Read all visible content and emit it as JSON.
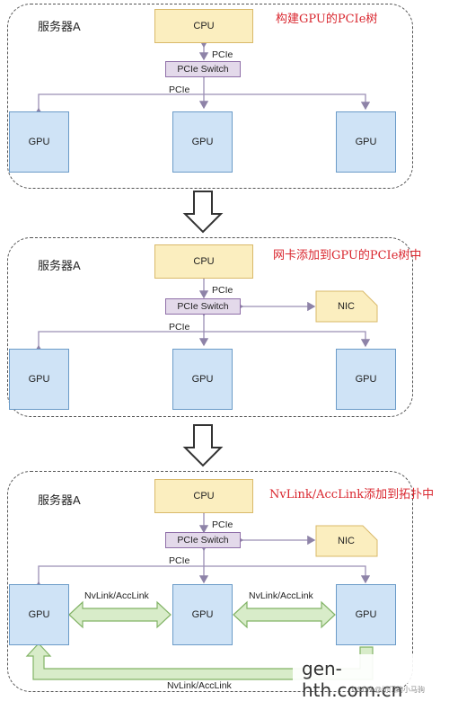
{
  "panels": [
    {
      "server": "服务器A",
      "title": "构建GPU的PCIe树",
      "cpu": "CPU",
      "switch": "PCIe Switch",
      "link_cpu": "PCIe",
      "link_bus": "PCIe",
      "gpus": [
        "GPU",
        "GPU",
        "GPU"
      ]
    },
    {
      "server": "服务器A",
      "title": "网卡添加到GPU的PCIe树中",
      "cpu": "CPU",
      "switch": "PCIe Switch",
      "link_cpu": "PCIe",
      "link_bus": "PCIe",
      "nic": "NIC",
      "gpus": [
        "GPU",
        "GPU",
        "GPU"
      ]
    },
    {
      "server": "服务器A",
      "title": "NvLink/AccLink添加到拓扑中",
      "cpu": "CPU",
      "switch": "PCIe Switch",
      "link_cpu": "PCIe",
      "link_bus": "PCIe",
      "nic": "NIC",
      "gpus": [
        "GPU",
        "GPU",
        "GPU"
      ],
      "nvlink_labels": [
        "NvLink/AccLink",
        "NvLink/AccLink",
        "NvLink/AccLink"
      ]
    }
  ],
  "watermark": "gen-hth.com.cn",
  "credit": "CSDN @初门的小马驹",
  "colors": {
    "title_red": "#d9262e",
    "cpu_fill": "#fbeebf",
    "gpu_fill": "#cfe3f6",
    "switch_fill": "#e3d9ea",
    "link_line": "#9b8fb5",
    "nvlink_fill": "#d8ecc9",
    "nvlink_stroke": "#82b366"
  }
}
